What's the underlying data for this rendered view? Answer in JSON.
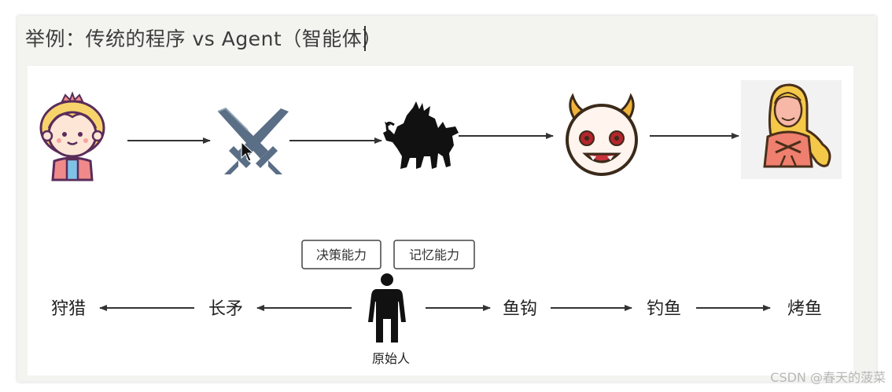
{
  "slide": {
    "title": "举例：传统的程序 vs Agent（智能体）"
  },
  "top_chain": {
    "items": [
      {
        "icon": "princess-icon"
      },
      {
        "icon": "crossed-swords-icon"
      },
      {
        "icon": "demon-beast-icon"
      },
      {
        "icon": "devil-face-icon"
      },
      {
        "icon": "princess-rescued-icon"
      }
    ]
  },
  "bottom_chain": {
    "center_label": "原始人",
    "left": [
      "长矛",
      "狩猎"
    ],
    "right": [
      "鱼钩",
      "钓鱼",
      "烤鱼"
    ],
    "abilities": [
      "决策能力",
      "记忆能力"
    ]
  },
  "colors": {
    "arrow": "#333333",
    "sword": "#5a6e86",
    "silhouette": "#111111"
  },
  "watermark": "CSDN @春天的菠菜"
}
